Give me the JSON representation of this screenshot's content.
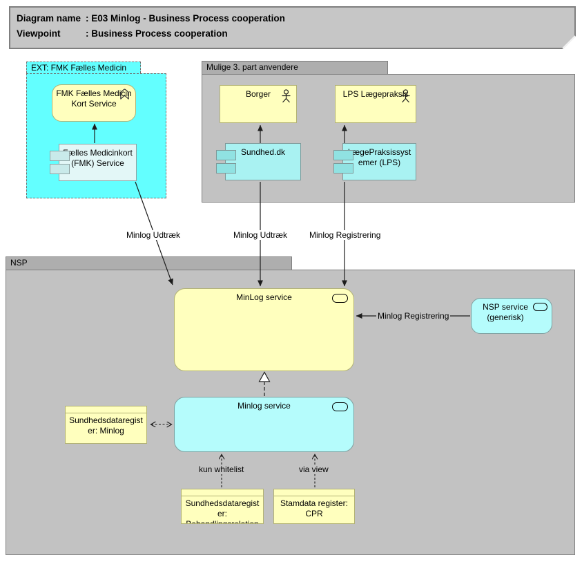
{
  "title_block": {
    "rows": [
      {
        "label": "Diagram name",
        "value": ": E03 Minlog - Business Process cooperation"
      },
      {
        "label": "Viewpoint",
        "value": ": Business Process cooperation"
      }
    ]
  },
  "groups": {
    "ext": {
      "label": "EXT: FMK Fælles Medicin Kort"
    },
    "mulige": {
      "label": "Mulige 3. part anvendere"
    },
    "nsp": {
      "label": "NSP"
    }
  },
  "elements": {
    "fmk_service": {
      "label": "FMK Fælles Medicin Kort Service",
      "type": "business-service"
    },
    "fmk_component": {
      "label": "Fælles Medicinkort (FMK) Service",
      "type": "component"
    },
    "borger": {
      "label": "Borger",
      "type": "actor"
    },
    "lps_actor": {
      "label": "LPS Lægepraksis",
      "type": "actor"
    },
    "sundhed": {
      "label": "Sundhed.dk",
      "type": "component"
    },
    "lps_system": {
      "label": "LægePraksissystemer (LPS)",
      "type": "component"
    },
    "minlog_app": {
      "label": "MinLog service",
      "type": "application-service"
    },
    "nsp_service": {
      "label": "NSP service (generisk)",
      "type": "application-service"
    },
    "minlog_tech": {
      "label": "Minlog service",
      "type": "application-service"
    },
    "reg_minlog": {
      "label": "Sundhedsdataregister: Minlog",
      "type": "data-object"
    },
    "reg_behandling": {
      "label": "Sundhedsdataregister: Behandlingsrelation",
      "type": "data-object"
    },
    "reg_stamdata": {
      "label": "Stamdata register: CPR",
      "type": "data-object"
    }
  },
  "relations": {
    "fmk_udtraek": "Minlog Udtræk",
    "sundhed_udtraek": "Minlog Udtræk",
    "lps_registrering": "Minlog Registrering",
    "nsp_registrering": "Minlog Registrering",
    "kun_whitelist": "kun whitelist",
    "via_view": "via view"
  },
  "icons": {
    "actor": "actor-icon",
    "service": "service-oval-icon",
    "component": "component-icon",
    "process_badge": "chevron-badge-icon",
    "realization": "hollow-triangle-arrowhead"
  },
  "colors": {
    "group_body": "#c2c2c2",
    "group_tab": "#aeaeae",
    "ext_group_fill": "#63ffff",
    "element_yellow": "#ffffbe",
    "yellow_border": "#b2b274",
    "component_cyan": "#a9f2f2",
    "service_cyan": "#b5fcfc",
    "light_component": "#e3f7f7",
    "line": "#1c1c1c"
  }
}
